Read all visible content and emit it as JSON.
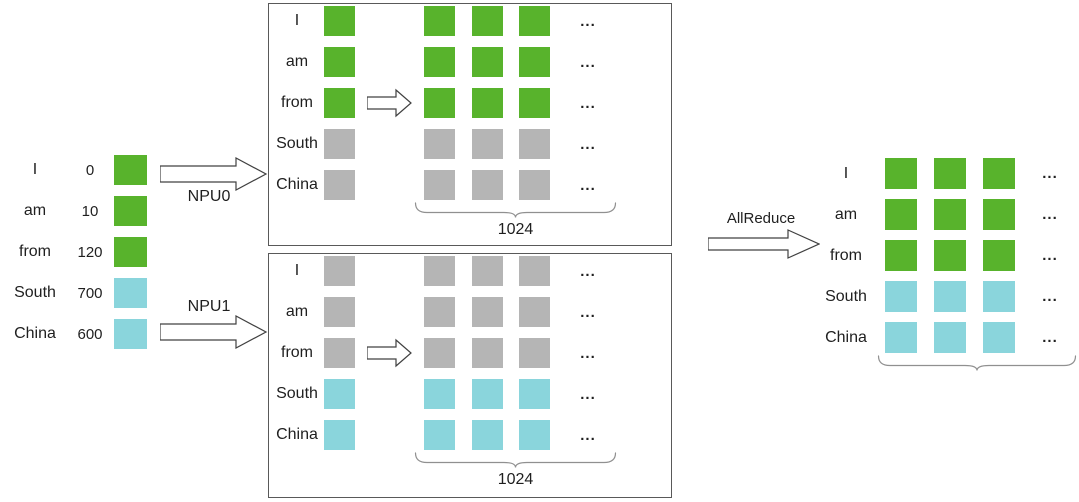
{
  "colors": {
    "green": "#58B32C",
    "cyan": "#8AD5DC",
    "gray": "#B5B5B5",
    "box_border": "#595959",
    "arrow_outline": "#404040",
    "brace": "#909090",
    "text": "#1F1F1F"
  },
  "embedding_table": {
    "rows": [
      {
        "token": "I",
        "index": "0",
        "color": "green"
      },
      {
        "token": "am",
        "index": "10",
        "color": "green"
      },
      {
        "token": "from",
        "index": "120",
        "color": "green"
      },
      {
        "token": "South",
        "index": "700",
        "color": "cyan"
      },
      {
        "token": "China",
        "index": "600",
        "color": "cyan"
      }
    ]
  },
  "npu0": {
    "label": "NPU0",
    "box": {
      "rows": [
        {
          "token": "I",
          "color": "green"
        },
        {
          "token": "am",
          "color": "green"
        },
        {
          "token": "from",
          "color": "green"
        },
        {
          "token": "South",
          "color": "gray"
        },
        {
          "token": "China",
          "color": "gray"
        }
      ],
      "ellipsis": "...",
      "dim_label": "1024"
    }
  },
  "npu1": {
    "label": "NPU1",
    "box": {
      "rows": [
        {
          "token": "I",
          "color": "gray"
        },
        {
          "token": "am",
          "color": "gray"
        },
        {
          "token": "from",
          "color": "gray"
        },
        {
          "token": "South",
          "color": "cyan"
        },
        {
          "token": "China",
          "color": "cyan"
        }
      ],
      "ellipsis": "...",
      "dim_label": "1024"
    }
  },
  "allreduce": {
    "label": "AllReduce"
  },
  "result": {
    "rows": [
      {
        "token": "I",
        "color": "green"
      },
      {
        "token": "am",
        "color": "green"
      },
      {
        "token": "from",
        "color": "green"
      },
      {
        "token": "South",
        "color": "cyan"
      },
      {
        "token": "China",
        "color": "cyan"
      }
    ],
    "ellipsis": "..."
  }
}
